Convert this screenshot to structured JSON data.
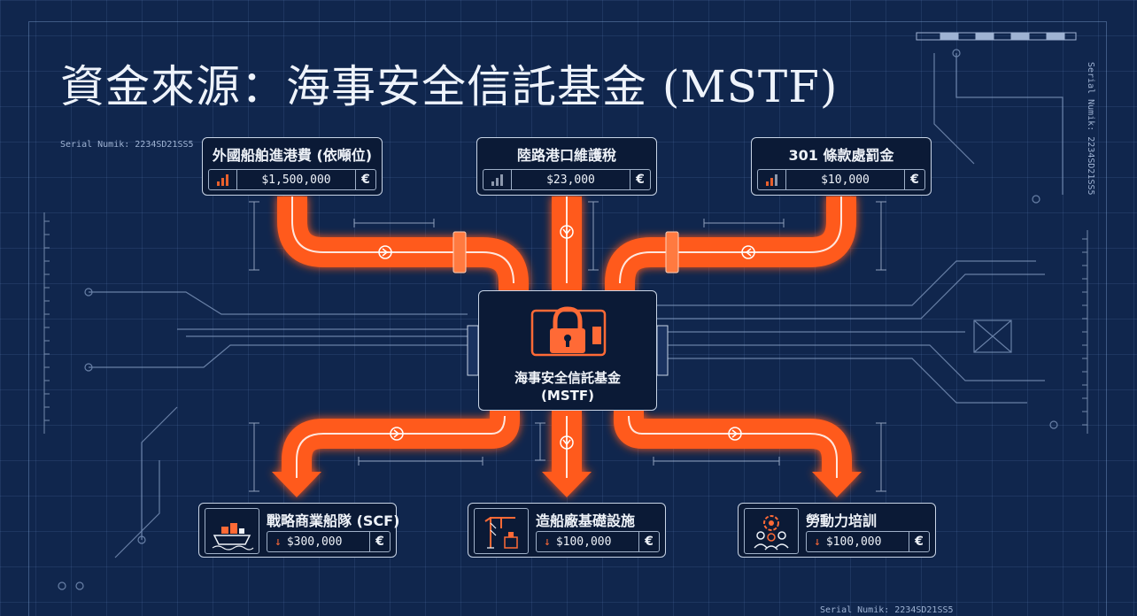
{
  "title": "資金來源：海事安全信託基金 (MSTF)",
  "hub": {
    "line1": "海事安全信託基金",
    "line2": "(MSTF)"
  },
  "inputs": [
    {
      "label": "外國船舶進港費 (依噸位)",
      "amount": "$1,500,000",
      "currency": "€"
    },
    {
      "label": "陸路港口維護稅",
      "amount": "$23,000",
      "currency": "€"
    },
    {
      "label": "301 條款處罰金",
      "amount": "$10,000",
      "currency": "€"
    }
  ],
  "outputs": [
    {
      "label": "戰略商業船隊 (SCF)",
      "amount": "$300,000",
      "currency": "€",
      "icon": "cargo-ship-icon"
    },
    {
      "label": "造船廠基礎設施",
      "amount": "$100,000",
      "currency": "€",
      "icon": "shipyard-crane-icon"
    },
    {
      "label": "勞動力培訓",
      "amount": "$100,000",
      "currency": "€",
      "icon": "workforce-gear-icon"
    }
  ],
  "serials": {
    "top_left": "Serial Numik: 2234SD21SS5",
    "right_vertical": "Serial Numik: 2234SD21SS5",
    "bottom": "Serial Numik: 2234SD21SS5"
  },
  "colors": {
    "background": "#10264d",
    "pipe": "#ff5a1f",
    "card": "#0b1a36",
    "text": "#eef2f8"
  }
}
